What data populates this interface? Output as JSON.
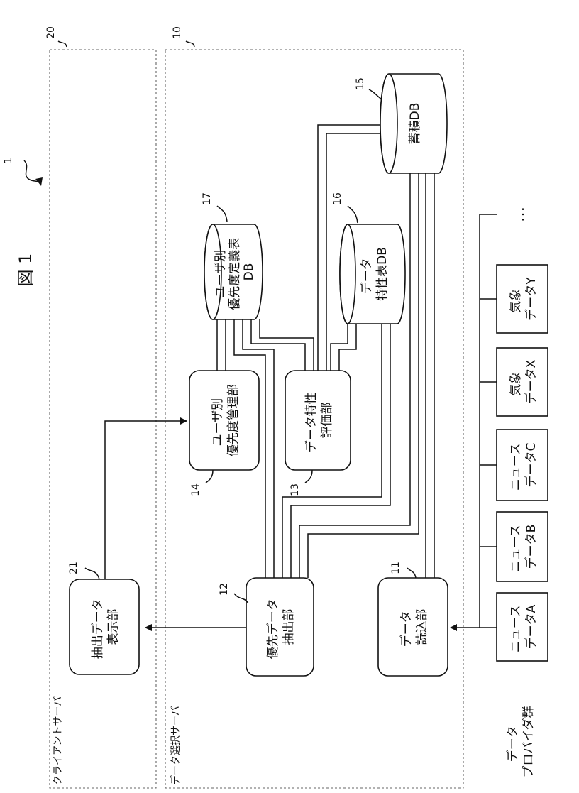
{
  "figure": {
    "title": "図 1",
    "system_ref": "1"
  },
  "servers": {
    "client": {
      "ref": "20",
      "label": "クライアントサーバ"
    },
    "selection": {
      "ref": "10",
      "label": "データ選択サーバ"
    }
  },
  "blocks": {
    "display": {
      "ref": "21",
      "lines": [
        "抽出データ",
        "表示部"
      ]
    },
    "extract": {
      "ref": "12",
      "lines": [
        "優先データ",
        "抽出部"
      ]
    },
    "reader": {
      "ref": "11",
      "lines": [
        "データ",
        "読込部"
      ]
    },
    "priority_mgmt": {
      "ref": "14",
      "lines": [
        "ユーザ別",
        "優先度管理部"
      ]
    },
    "characteristic_eval": {
      "ref": "13",
      "lines": [
        "データ特性",
        "評価部"
      ]
    }
  },
  "databases": {
    "storage": {
      "ref": "15",
      "lines": [
        "蓄積DB"
      ]
    },
    "characteristic_table": {
      "ref": "16",
      "lines": [
        "データ",
        "特性表DB"
      ]
    },
    "priority_def": {
      "ref": "17",
      "lines": [
        "ユーザ別",
        "優先度定義表",
        "DB"
      ]
    }
  },
  "providers": {
    "group_label": [
      "データ",
      "プロバイダ群"
    ],
    "items": [
      {
        "lines": [
          "ニュース",
          "データA"
        ]
      },
      {
        "lines": [
          "ニュース",
          "データB"
        ]
      },
      {
        "lines": [
          "ニュース",
          "データC"
        ]
      },
      {
        "lines": [
          "気象",
          "データX"
        ]
      },
      {
        "lines": [
          "気象",
          "データY"
        ]
      }
    ],
    "ellipsis": "…"
  }
}
